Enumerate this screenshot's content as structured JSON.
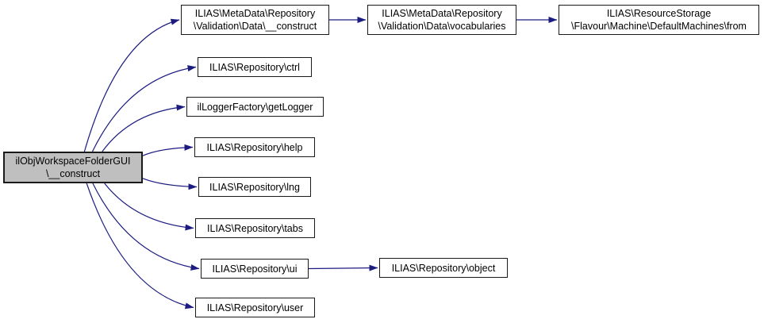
{
  "graph": {
    "type": "call-graph",
    "background": "#ffffff",
    "edge_color": "#1c1c80",
    "node_border_color": "#1a1a1a",
    "node_fill": "#ffffff",
    "focus_node_fill": "#bfbfbf",
    "nodes": [
      {
        "id": "main",
        "focus": true,
        "lines": [
          "ilObjWorkspaceFolderGUI",
          "\\__construct"
        ]
      },
      {
        "id": "md-construct",
        "focus": false,
        "lines": [
          "ILIAS\\MetaData\\Repository",
          "\\Validation\\Data\\__construct"
        ]
      },
      {
        "id": "ctrl",
        "focus": false,
        "lines": [
          "ILIAS\\Repository\\ctrl"
        ]
      },
      {
        "id": "getlogger",
        "focus": false,
        "lines": [
          "ilLoggerFactory\\getLogger"
        ]
      },
      {
        "id": "help",
        "focus": false,
        "lines": [
          "ILIAS\\Repository\\help"
        ]
      },
      {
        "id": "lng",
        "focus": false,
        "lines": [
          "ILIAS\\Repository\\lng"
        ]
      },
      {
        "id": "tabs",
        "focus": false,
        "lines": [
          "ILIAS\\Repository\\tabs"
        ]
      },
      {
        "id": "ui",
        "focus": false,
        "lines": [
          "ILIAS\\Repository\\ui"
        ]
      },
      {
        "id": "user",
        "focus": false,
        "lines": [
          "ILIAS\\Repository\\user"
        ]
      },
      {
        "id": "vocabularies",
        "focus": false,
        "lines": [
          "ILIAS\\MetaData\\Repository",
          "\\Validation\\Data\\vocabularies"
        ]
      },
      {
        "id": "object",
        "focus": false,
        "lines": [
          "ILIAS\\Repository\\object"
        ]
      },
      {
        "id": "from",
        "focus": false,
        "lines": [
          "ILIAS\\ResourceStorage",
          "\\Flavour\\Machine\\DefaultMachines\\from"
        ]
      }
    ],
    "edges": [
      {
        "from": "main",
        "to": "md-construct"
      },
      {
        "from": "main",
        "to": "ctrl"
      },
      {
        "from": "main",
        "to": "getlogger"
      },
      {
        "from": "main",
        "to": "help"
      },
      {
        "from": "main",
        "to": "lng"
      },
      {
        "from": "main",
        "to": "tabs"
      },
      {
        "from": "main",
        "to": "ui"
      },
      {
        "from": "main",
        "to": "user"
      },
      {
        "from": "md-construct",
        "to": "vocabularies"
      },
      {
        "from": "vocabularies",
        "to": "from"
      },
      {
        "from": "ui",
        "to": "object"
      }
    ]
  }
}
